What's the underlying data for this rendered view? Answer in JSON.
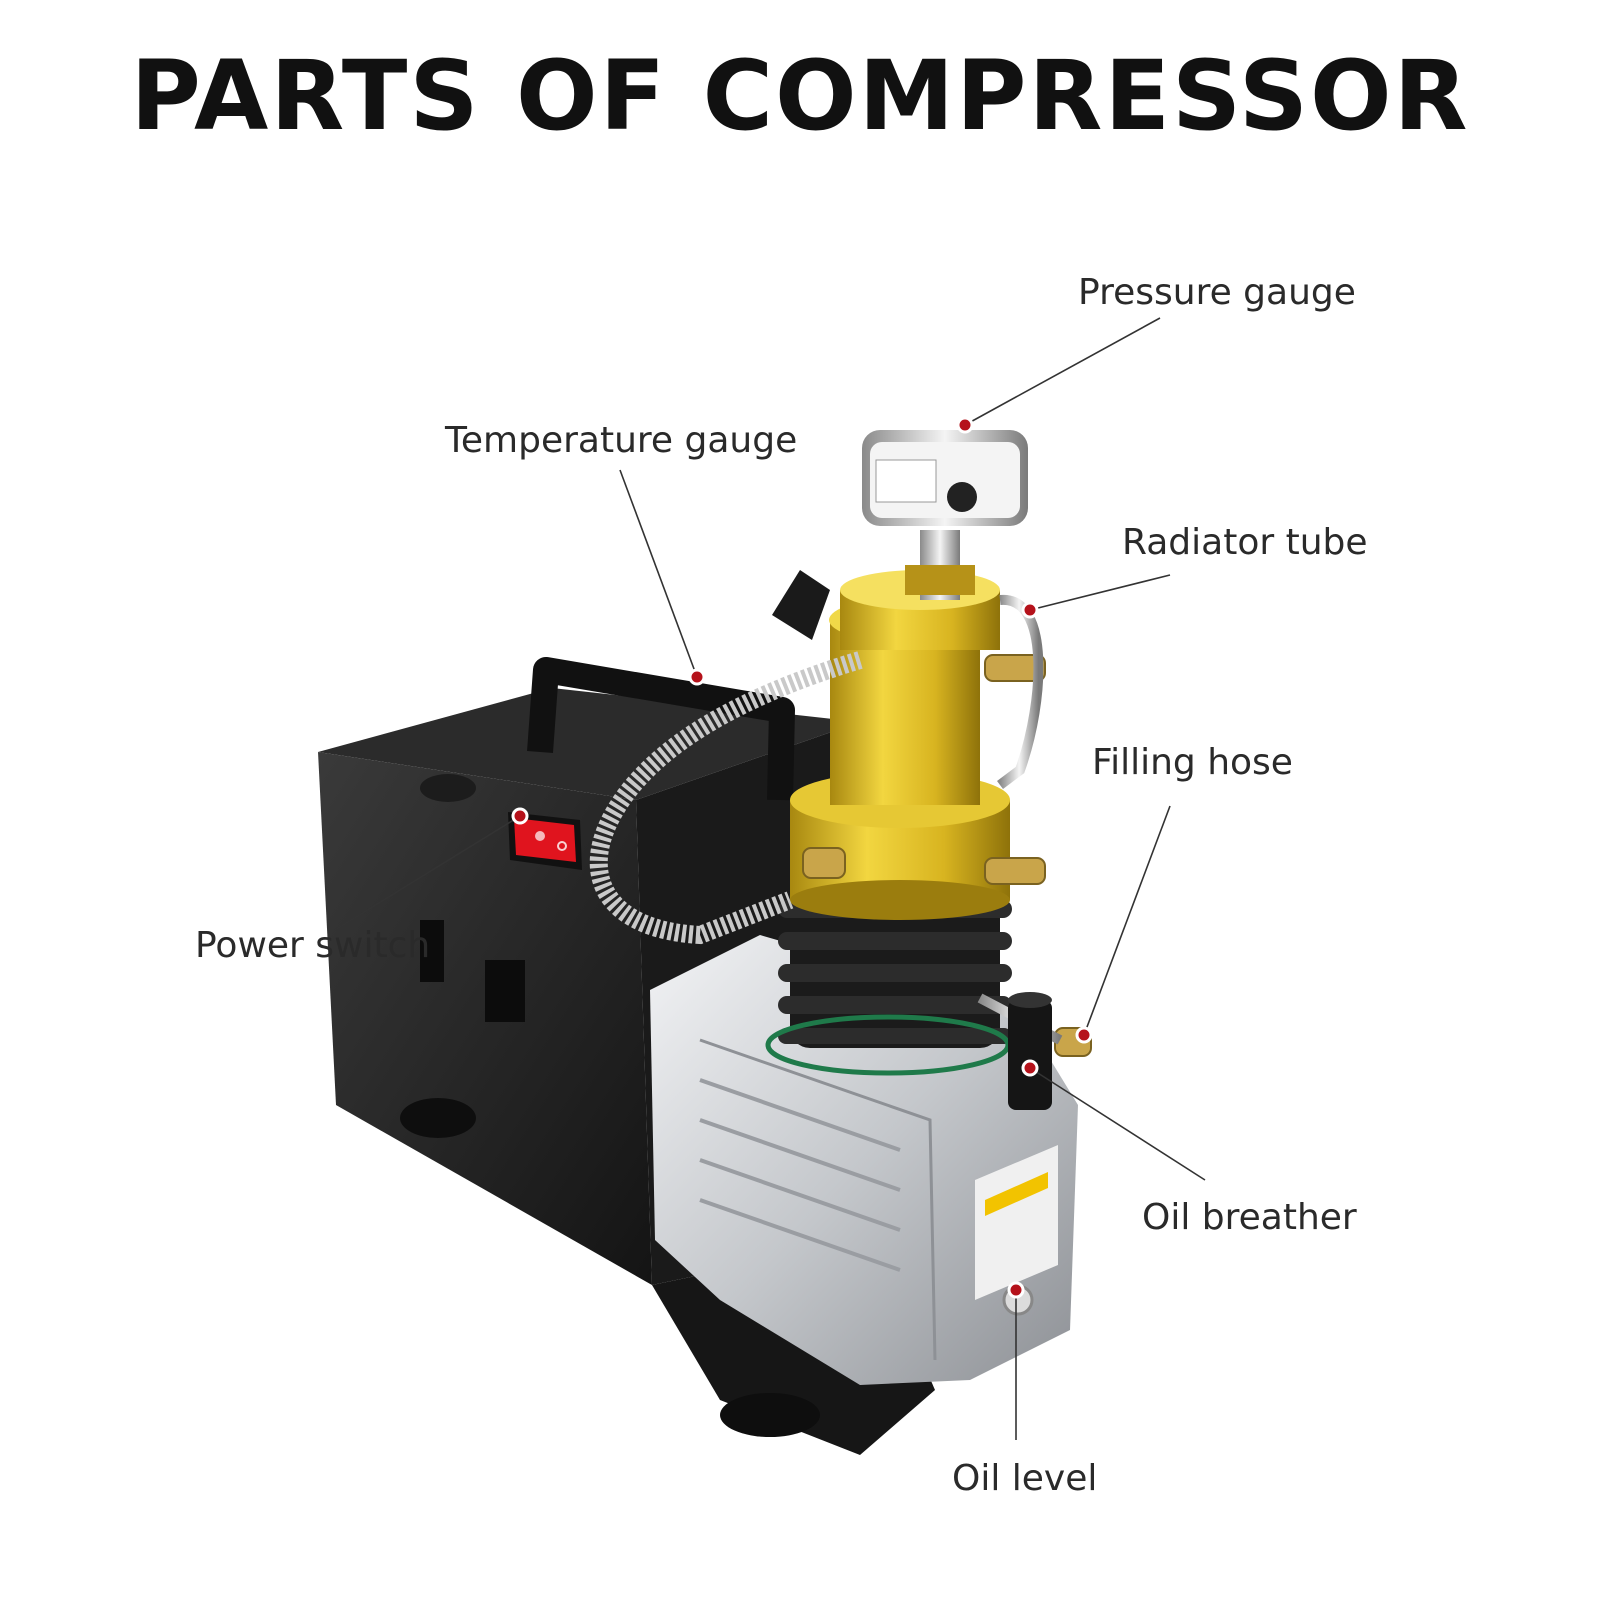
{
  "title": "PARTS OF COMPRESSOR",
  "labels": {
    "pressure_gauge": "Pressure gauge",
    "temperature_gauge": "Temperature gauge",
    "radiator_tube": "Radiator tube",
    "filling_hose": "Filling hose",
    "power_switch": "Power switch",
    "oil_breather": "Oil breather",
    "oil_level": "Oil level"
  },
  "colors": {
    "callout_dot": "#b5121b",
    "leader_line": "#333333",
    "housing": "#1e1e1e",
    "cylinder_gold": "#d4b21e",
    "motor_silver": "#c9ccd0",
    "switch_red": "#e0141e"
  },
  "gauge_face_text": ""
}
